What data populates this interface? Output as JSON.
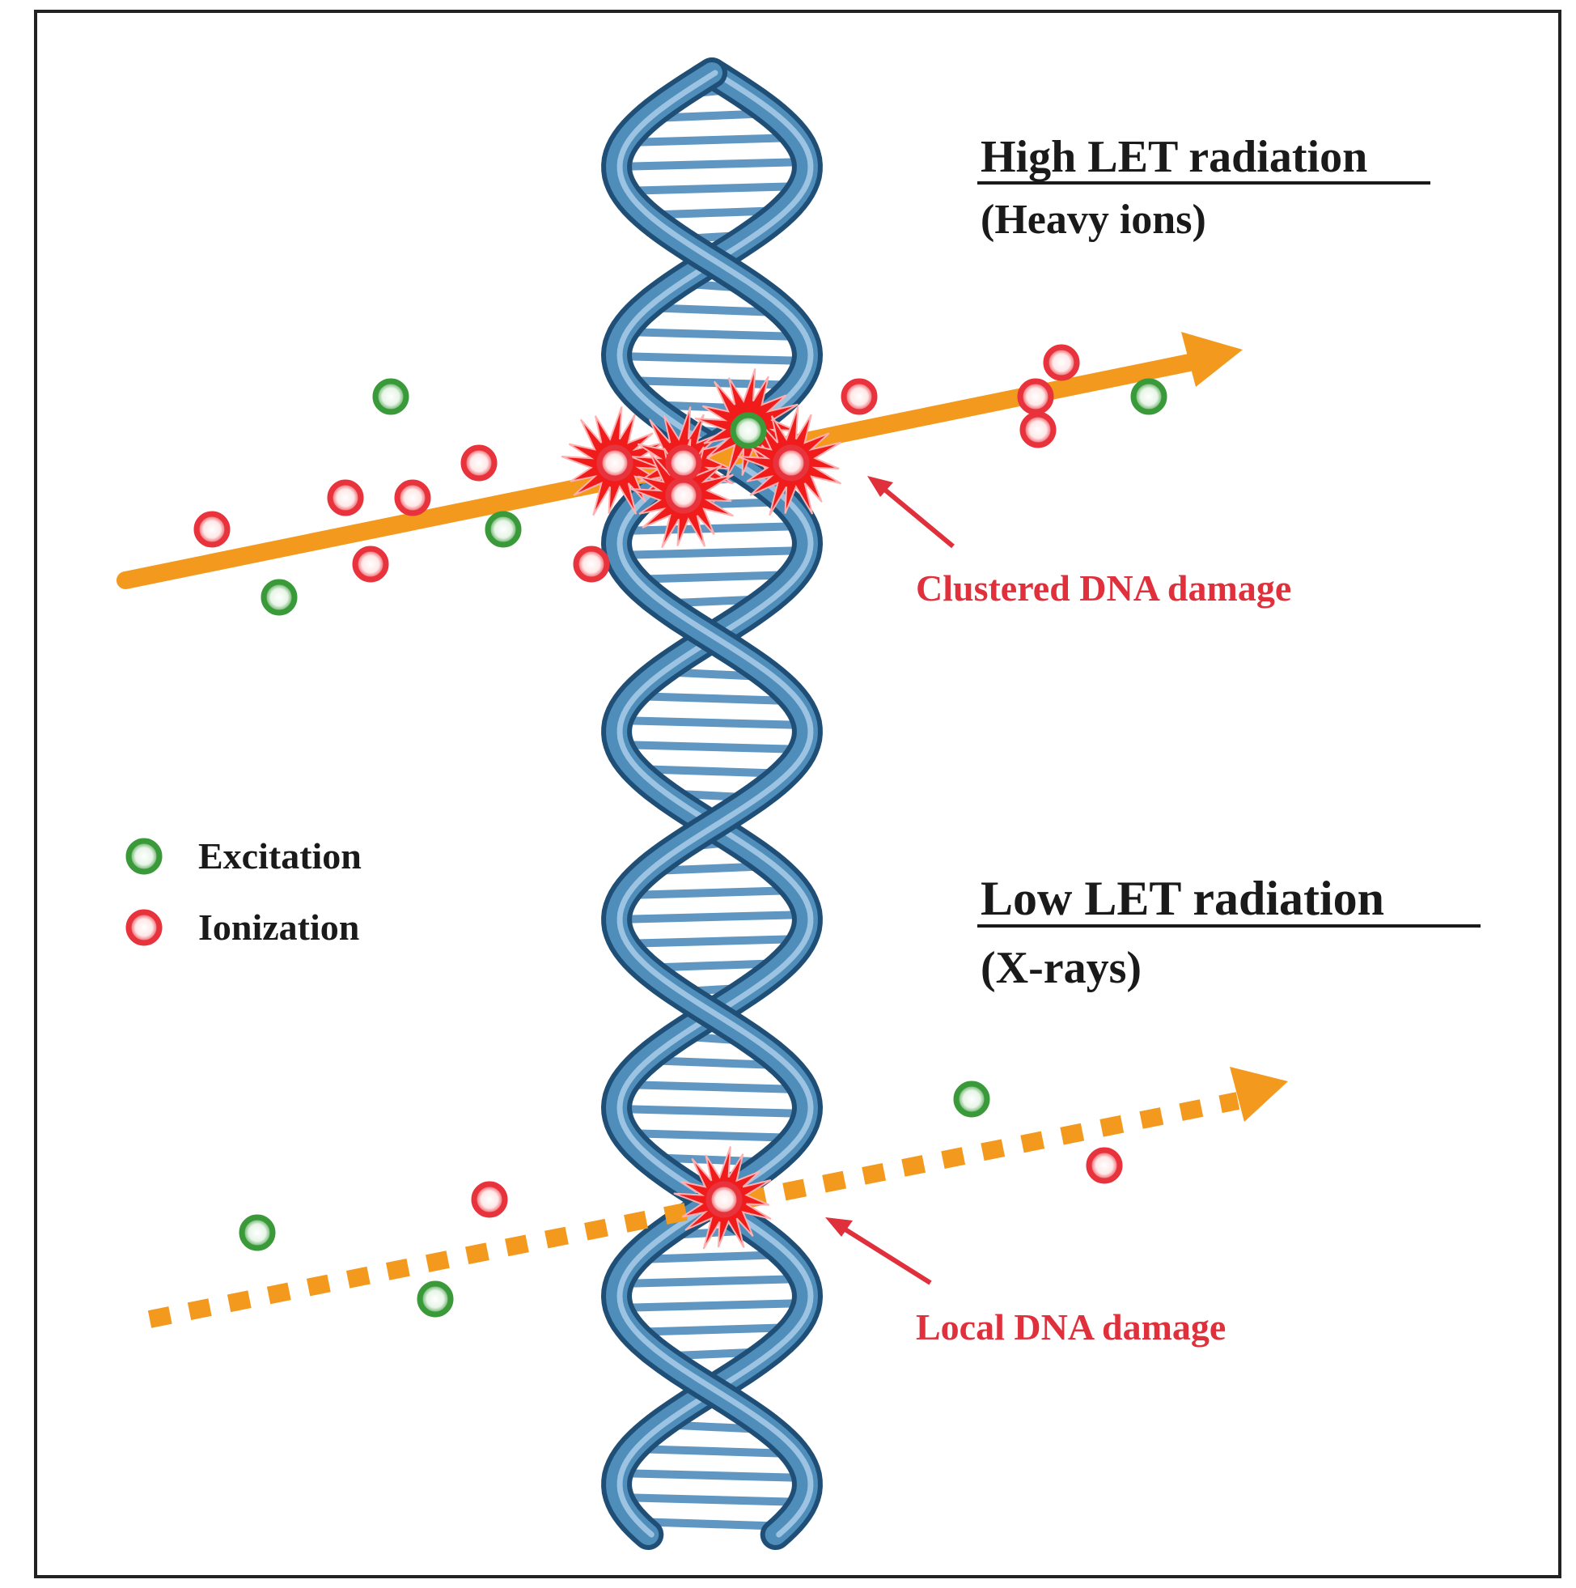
{
  "high_let": {
    "title": "High LET radiation",
    "subtitle": "(Heavy ions)",
    "damage_label": "Clustered DNA damage"
  },
  "low_let": {
    "title": "Low LET radiation",
    "subtitle": "(X-rays)",
    "damage_label": "Local DNA damage"
  },
  "legend": {
    "excitation": "Excitation",
    "ionization": "Ionization"
  },
  "colors": {
    "beam": "#f39a1e",
    "excitation": "#3a9a3a",
    "ionization": "#e8323c",
    "damage": "#f01c1c",
    "label_red": "#e0303c",
    "dna": "#3f7fa8",
    "dna_dark": "#1f4f76",
    "text": "#1a1a1a"
  }
}
